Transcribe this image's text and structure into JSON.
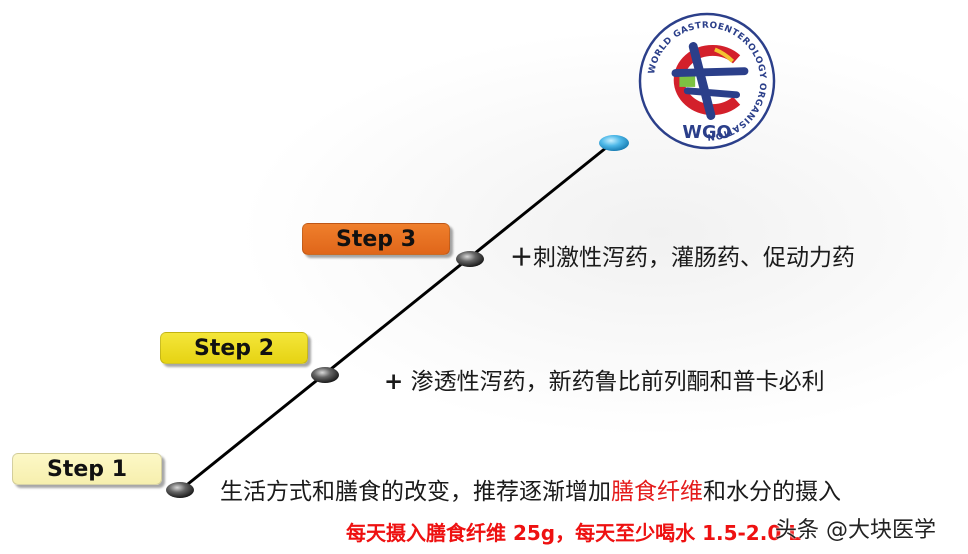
{
  "logo": {
    "ring_text": "WORLD GASTROENTEROLOGY ORGANISATION",
    "acronym": "WGO"
  },
  "steps": [
    {
      "label": "Step 1",
      "color": "#f9f3b8",
      "description": "生活方式和膳食的改变，推荐逐渐增加",
      "highlight": "膳食纤维",
      "description_tail": "和水分的摄入"
    },
    {
      "label": "Step 2",
      "color": "#eedc22",
      "prefix": "+",
      "description": "渗透性泻药，新药鲁比前列酮和普卡必利"
    },
    {
      "label": "Step 3",
      "color": "#e8721f",
      "prefix": "＋",
      "description": "刺激性泻药，灌肠药、促动力药"
    }
  ],
  "note": "每天摄入膳食纤维 25g，每天至少喝水 1.5-2.0 L",
  "watermark": "头条 @大块医学",
  "colors": {
    "highlight": "#e41b1b",
    "line": "#000000",
    "top_node": "#4db8e8",
    "nodes": "#444444"
  }
}
